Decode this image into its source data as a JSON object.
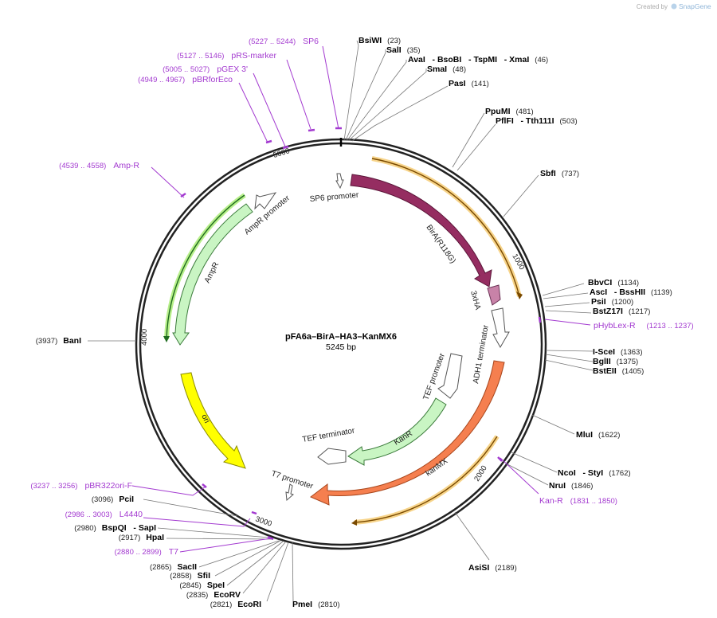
{
  "app": {
    "credit": "Created by",
    "brand": "SnapGene"
  },
  "plasmid": {
    "name": "pFA6a–BirA–HA3–KanMX6",
    "length": "5245 bp"
  },
  "ticks": [
    "1000",
    "2000",
    "3000",
    "4000",
    "5000"
  ],
  "enzymes": [
    {
      "name": "BsiWI",
      "pos": "(23)"
    },
    {
      "name": "SalI",
      "pos": "(35)"
    },
    {
      "name": "AvaI   - BsoBI   - TspMI   - XmaI",
      "pos": "(46)"
    },
    {
      "name": "SmaI",
      "pos": "(48)"
    },
    {
      "name": "PasI",
      "pos": "(141)"
    },
    {
      "name": "PpuMI",
      "pos": "(481)"
    },
    {
      "name": "PflFI   - Tth111I",
      "pos": "(503)"
    },
    {
      "name": "SbfI",
      "pos": "(737)"
    },
    {
      "name": "BbvCI",
      "pos": "(1134)"
    },
    {
      "name": "AscI   - BssHII",
      "pos": "(1139)"
    },
    {
      "name": "PsiI",
      "pos": "(1200)"
    },
    {
      "name": "BstZ17I",
      "pos": "(1217)"
    },
    {
      "name": "I-SceI",
      "pos": "(1363)"
    },
    {
      "name": "BglII",
      "pos": "(1375)"
    },
    {
      "name": "BstEII",
      "pos": "(1405)"
    },
    {
      "name": "MluI",
      "pos": "(1622)"
    },
    {
      "name": "NcoI   - StyI",
      "pos": "(1762)"
    },
    {
      "name": "NruI",
      "pos": "(1846)"
    },
    {
      "name": "AsiSI",
      "pos": "(2189)"
    },
    {
      "name": "PmeI",
      "pos": "(2810)"
    },
    {
      "name": "EcoRI",
      "pos": "(2821)"
    },
    {
      "name": "EcoRV",
      "pos": "(2835)"
    },
    {
      "name": "SpeI",
      "pos": "(2845)"
    },
    {
      "name": "SfiI",
      "pos": "(2858)"
    },
    {
      "name": "SacII",
      "pos": "(2865)"
    },
    {
      "name": "HpaI",
      "pos": "(2917)"
    },
    {
      "name": "BspQI   - SapI",
      "pos": "(2980)"
    },
    {
      "name": "PciI",
      "pos": "(3096)"
    },
    {
      "name": "BanI",
      "pos": "(3937)"
    }
  ],
  "primers": [
    {
      "name": "SP6",
      "pos": "(5227 .. 5244)"
    },
    {
      "name": "pRS-marker",
      "pos": "(5127 .. 5146)"
    },
    {
      "name": "pGEX 3'",
      "pos": "(5005 .. 5027)"
    },
    {
      "name": "pBRforEco",
      "pos": "(4949 .. 4967)"
    },
    {
      "name": "Amp-R",
      "pos": "(4539 .. 4558)"
    },
    {
      "name": "pHybLex-R",
      "pos": "(1213 .. 1237)"
    },
    {
      "name": "Kan-R",
      "pos": "(1831 .. 1850)"
    },
    {
      "name": "pBR322ori-F",
      "pos": "(3237 .. 3256)"
    },
    {
      "name": "L4440",
      "pos": "(2986 .. 3003)"
    },
    {
      "name": "T7",
      "pos": "(2880 .. 2899)"
    }
  ],
  "features": [
    {
      "name": "SP6 promoter",
      "color": "#ffffff"
    },
    {
      "name": "BirA(R118G)",
      "color": "#952d61"
    },
    {
      "name": "3xHA",
      "color": "#c882a8"
    },
    {
      "name": "ADH1 terminator",
      "color": "#ffffff"
    },
    {
      "name": "TEF promoter",
      "color": "#ffffff"
    },
    {
      "name": "KanR",
      "color": "#c9f5c3"
    },
    {
      "name": "kanMX",
      "color": "#f57f4f"
    },
    {
      "name": "TEF terminator",
      "color": "#ffffff"
    },
    {
      "name": "T7 promoter",
      "color": "#ffffff"
    },
    {
      "name": "ori",
      "color": "#ffff00"
    },
    {
      "name": "AmpR",
      "color": "#c9f5c3"
    },
    {
      "name": "AmpR promoter",
      "color": "#ffffff"
    }
  ],
  "colors": {
    "primer": "#a33ad0",
    "orf": "#f5a020",
    "amp_orf": "#3fae3f",
    "backbone": "#000000"
  }
}
